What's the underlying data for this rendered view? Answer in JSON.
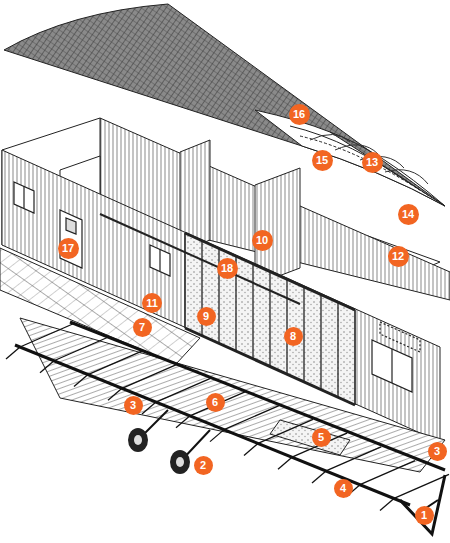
{
  "diagram": {
    "nodes": [
      {
        "text": [
          "16"
        ]
      },
      {
        "text": [
          "15"
        ]
      },
      {
        "text": [
          "13"
        ]
      },
      {
        "text": [
          "14"
        ]
      },
      {
        "text": [
          "10"
        ]
      },
      {
        "text": [
          "12"
        ]
      },
      {
        "text": [
          "17"
        ]
      },
      {
        "text": [
          "18"
        ]
      },
      {
        "text": [
          "11"
        ]
      },
      {
        "text": [
          "9"
        ]
      },
      {
        "text": [
          "7"
        ]
      },
      {
        "text": [
          "8"
        ]
      },
      {
        "text": [
          "3"
        ]
      },
      {
        "text": [
          "6"
        ]
      },
      {
        "text": [
          "3"
        ]
      },
      {
        "text": [
          "5"
        ]
      },
      {
        "text": [
          "2"
        ]
      },
      {
        "text": [
          "4"
        ]
      },
      {
        "text": [
          "1"
        ]
      }
    ]
  }
}
